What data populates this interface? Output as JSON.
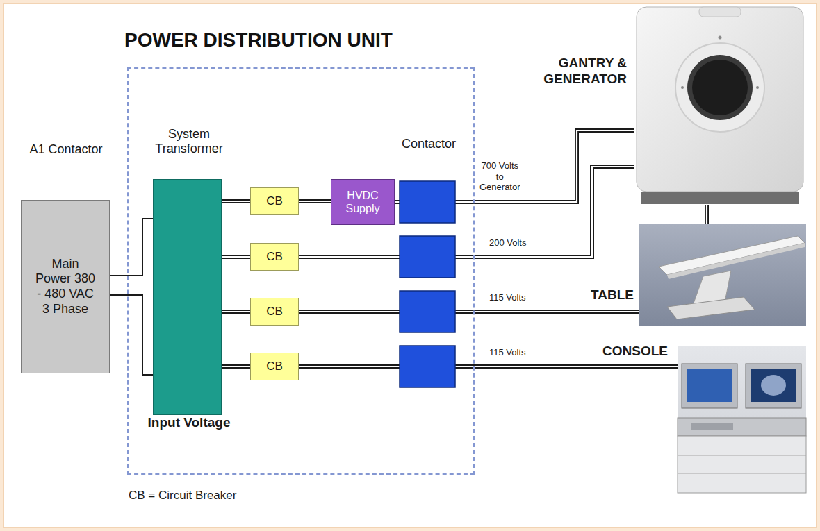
{
  "diagram": {
    "nodes": [
      {
        "text": [
          "POWER DISTRIBUTION UNIT"
        ]
      },
      {
        "text": [
          "A1 Contactor",
          "Main Power 380 - 480 VAC 3 Phase"
        ]
      },
      {
        "text": [
          "System Transformer",
          "Input Voltage"
        ],
        "in": 0
      },
      {
        "text": [
          "CB"
        ],
        "in": 0
      },
      {
        "text": [
          "CB"
        ],
        "in": 0
      },
      {
        "text": [
          "CB"
        ],
        "in": 0
      },
      {
        "text": [
          "CB"
        ],
        "in": 0
      },
      {
        "text": [
          "HVDC Supply"
        ],
        "in": 0
      },
      {
        "text": [
          "GANTRY & GENERATOR"
        ]
      },
      {
        "text": [
          "TABLE"
        ]
      },
      {
        "text": [
          "CONSOLE"
        ]
      }
    ],
    "edges": [
      {
        "from": 1,
        "to": 2,
        "arrow": "none"
      },
      {
        "from": 2,
        "to": 3,
        "arrow": "none"
      },
      {
        "from": 2,
        "to": 4,
        "arrow": "none"
      },
      {
        "from": 2,
        "to": 5,
        "arrow": "none"
      },
      {
        "from": 2,
        "to": 6,
        "arrow": "none"
      },
      {
        "from": 3,
        "to": 7,
        "arrow": "none"
      },
      {
        "from": 7,
        "to": 8,
        "label": "700 Volts to Generator",
        "arrow": "none"
      },
      {
        "from": 4,
        "to": 8,
        "label": "200 Volts",
        "arrow": "none"
      },
      {
        "from": 5,
        "to": 9,
        "label": "115 Volts",
        "arrow": "none"
      },
      {
        "from": 6,
        "to": 10,
        "label": "115 Volts",
        "arrow": "none"
      },
      {
        "from": 8,
        "to": 9,
        "arrow": "none"
      }
    ],
    "labels": [
      "Contactor",
      "CB = Circuit Breaker"
    ]
  }
}
